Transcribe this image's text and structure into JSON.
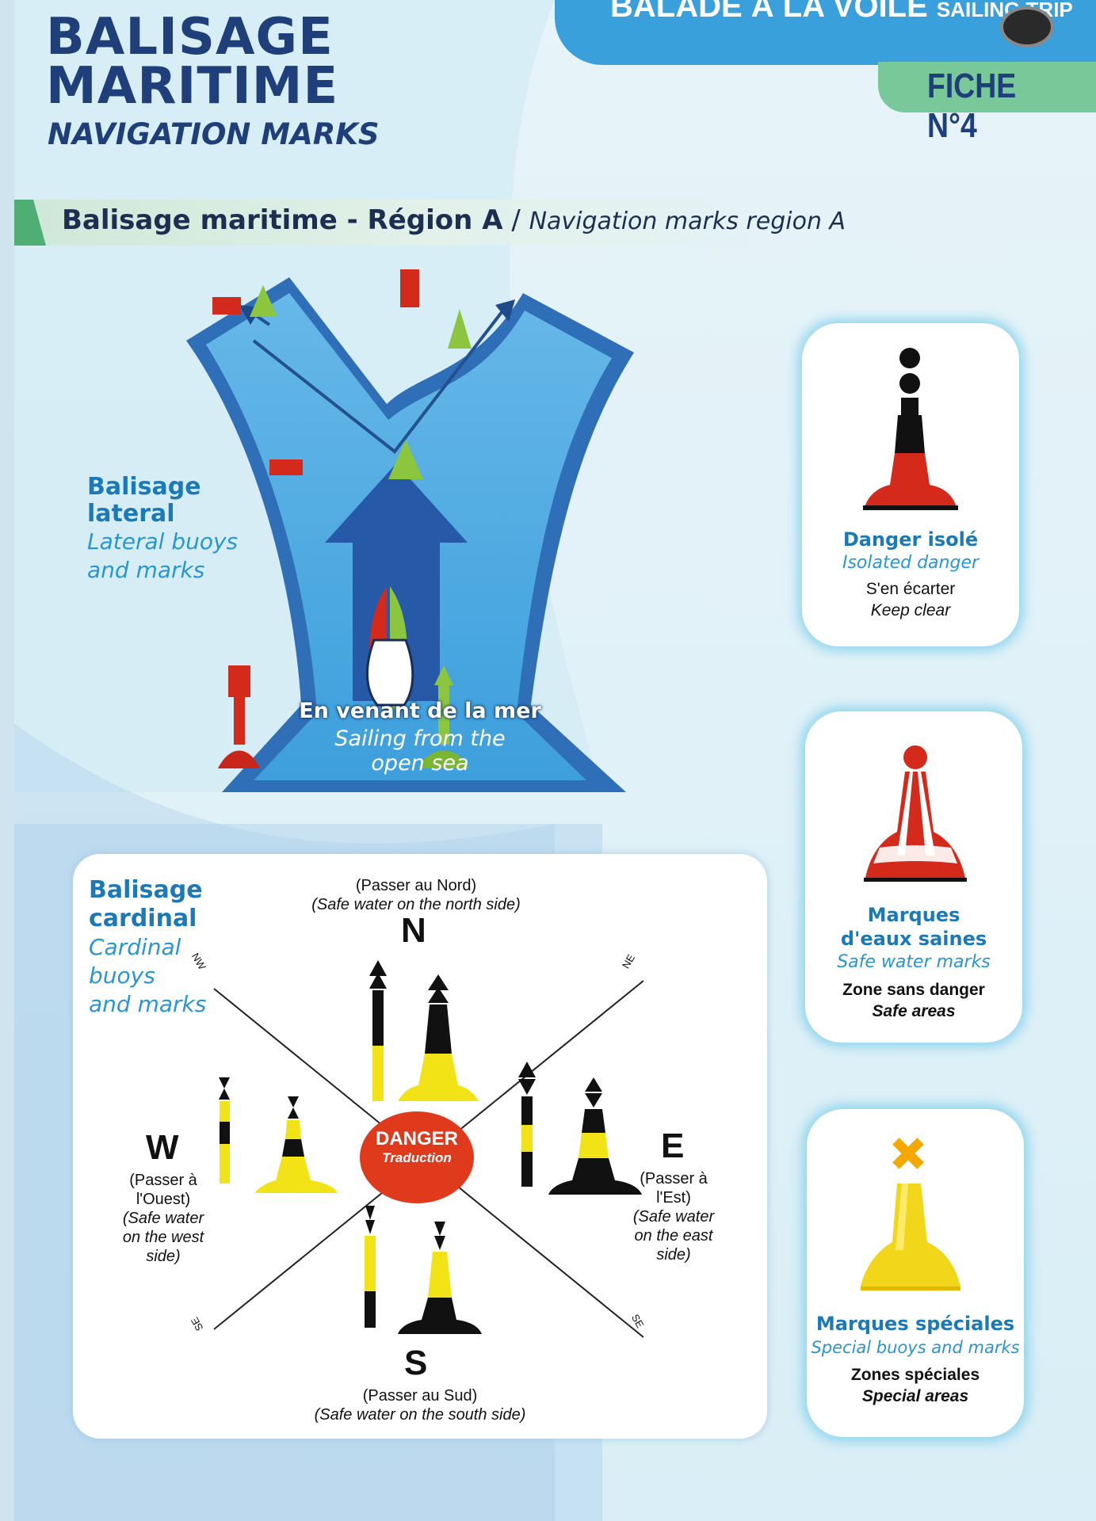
{
  "header": {
    "title_line1": "BALISAGE",
    "title_line2": "MARITIME",
    "subtitle": "NAVIGATION MARKS",
    "tab_label": "BALADE À LA VOILE",
    "tab_label_small": "SAILING TRIP",
    "fiche": "FICHE N°4"
  },
  "section": {
    "title_bold": "Balisage maritime - Région A",
    "separator": " / ",
    "title_italic": "Navigation marks region A"
  },
  "lateral": {
    "heading_line1": "Balisage",
    "heading_line2": "lateral",
    "sub_line1": "Lateral buoys",
    "sub_line2": "and marks",
    "arrow_line1": "En venant de la mer",
    "arrow_line2": "Sailing from the",
    "arrow_line3": "open sea"
  },
  "cardinal": {
    "heading_line1": "Balisage",
    "heading_line2": "cardinal",
    "sub_line1": "Cardinal",
    "sub_line2": "buoys",
    "sub_line3": "and marks",
    "north_fr": "(Passer au Nord)",
    "north_en": "(Safe water on the north side)",
    "north_letter": "N",
    "south_letter": "S",
    "south_fr": "(Passer au Sud)",
    "south_en": "(Safe water on the south side)",
    "west_letter": "W",
    "west_fr_1": "(Passer à",
    "west_fr_2": "l'Ouest)",
    "west_en_1": "(Safe water",
    "west_en_2": "on the west",
    "west_en_3": "side)",
    "east_letter": "E",
    "east_fr_1": "(Passer à",
    "east_fr_2": "l'Est)",
    "east_en_1": "(Safe water",
    "east_en_2": "on the east",
    "east_en_3": "side)",
    "nw": "NW",
    "ne": "NE",
    "sw": "SE",
    "se": "SE",
    "danger": "DANGER",
    "danger_sub": "Traduction"
  },
  "cards": [
    {
      "title": "Danger isolé",
      "subtitle": "Isolated danger",
      "text": "S'en écarter",
      "text_en": "Keep clear"
    },
    {
      "title_1": "Marques",
      "title_2": "d'eaux saines",
      "subtitle": "Safe water marks",
      "text": "Zone sans danger",
      "text_en": "Safe areas"
    },
    {
      "title": "Marques spéciales",
      "subtitle": "Special buoys and marks",
      "text": "Zones spéciales",
      "text_en": "Special areas"
    }
  ],
  "colors": {
    "navy": "#1e3f7a",
    "blue": "#1c79b8",
    "red": "#d42a1c",
    "green": "#8cc63f",
    "yellow": "#f2e316",
    "tab_blue": "#3aa0dc",
    "tab_green": "#78c89a"
  },
  "icons": [
    "cardinal-north-mark-icon",
    "isolated-danger-buoy-icon",
    "safe-water-buoy-icon",
    "special-mark-buoy-icon",
    "sailboat-icon"
  ]
}
